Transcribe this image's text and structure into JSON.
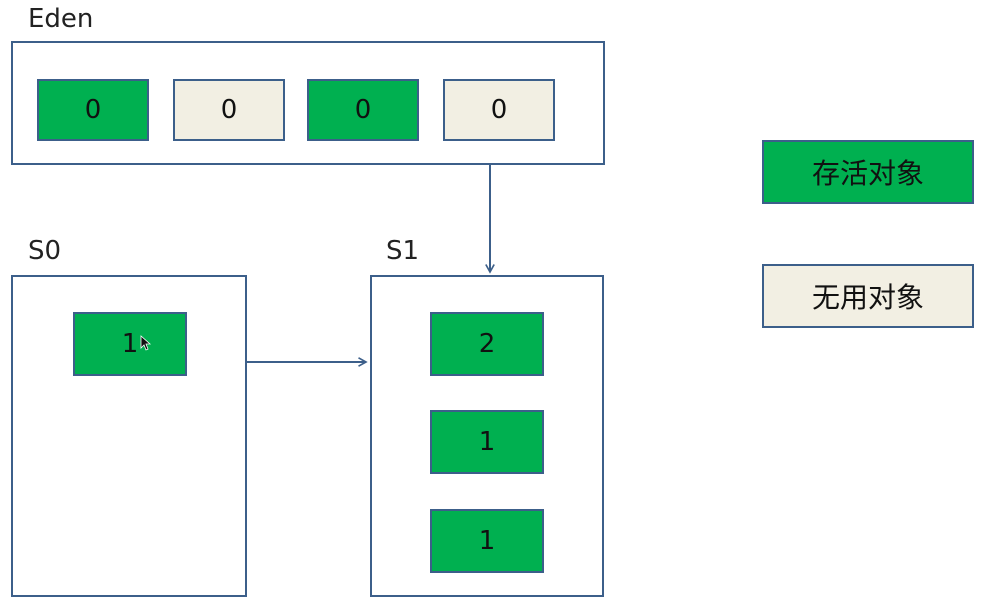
{
  "colors": {
    "alive": "#00b050",
    "dead": "#f2efe3",
    "border": "#3c5f8a",
    "arrow": "#3c5f8a"
  },
  "eden": {
    "label": "Eden",
    "objects": [
      {
        "value": "0",
        "state": "alive"
      },
      {
        "value": "0",
        "state": "dead"
      },
      {
        "value": "0",
        "state": "alive"
      },
      {
        "value": "0",
        "state": "dead"
      }
    ]
  },
  "s0": {
    "label": "S0",
    "objects": [
      {
        "value": "1",
        "state": "alive"
      }
    ]
  },
  "s1": {
    "label": "S1",
    "objects": [
      {
        "value": "2",
        "state": "alive"
      },
      {
        "value": "1",
        "state": "alive"
      },
      {
        "value": "1",
        "state": "alive"
      }
    ]
  },
  "legend": {
    "alive_label": "存活对象",
    "dead_label": "无用对象"
  },
  "arrows": [
    {
      "from": "eden",
      "to": "s1"
    },
    {
      "from": "s0",
      "to": "s1"
    }
  ]
}
